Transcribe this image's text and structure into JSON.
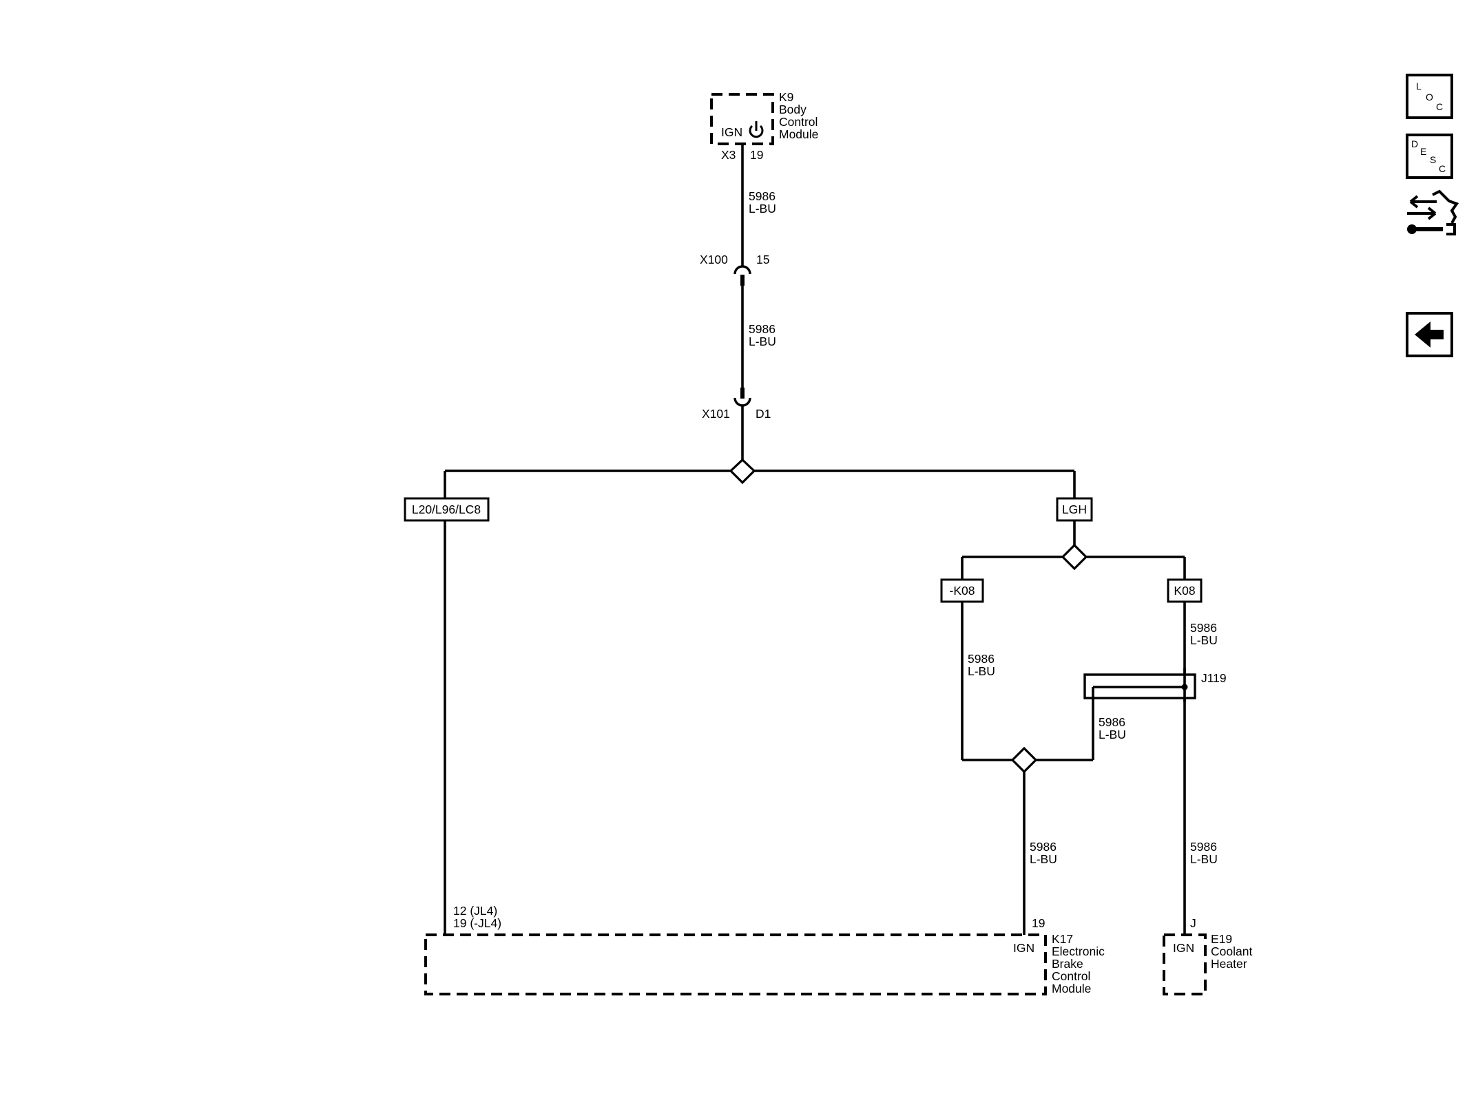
{
  "modules": {
    "k9": {
      "ref": "K9",
      "lines": [
        "Body",
        "Control",
        "Module"
      ],
      "pin_label": "IGN",
      "connector": "X3",
      "pin": "19"
    },
    "k17": {
      "ref": "K17",
      "lines": [
        "Electronic",
        "Brake",
        "Control",
        "Module"
      ],
      "pin_label": "IGN",
      "pin": "19",
      "left_pins": [
        "12 (JL4)",
        "19 (-JL4)"
      ]
    },
    "e19": {
      "ref": "E19",
      "lines": [
        "Coolant",
        "Heater"
      ],
      "pin_label": "IGN",
      "pin": "J"
    }
  },
  "connectors": {
    "x100": {
      "name": "X100",
      "pin": "15"
    },
    "x101": {
      "name": "X101",
      "pin": "D1"
    }
  },
  "splice": {
    "name": "J119"
  },
  "wire": {
    "circuit": "5986",
    "color": "L-BU"
  },
  "options": {
    "left": "L20/L96/LC8",
    "right": "LGH",
    "no_k08": "-K08",
    "k08": "K08"
  },
  "nav": {
    "loc": [
      "L",
      "O",
      "C"
    ],
    "desc": [
      "D",
      "E",
      "S",
      "C"
    ],
    "service_icon": "service-arrows-wrench-icon",
    "back_icon": "back-arrow-icon"
  }
}
